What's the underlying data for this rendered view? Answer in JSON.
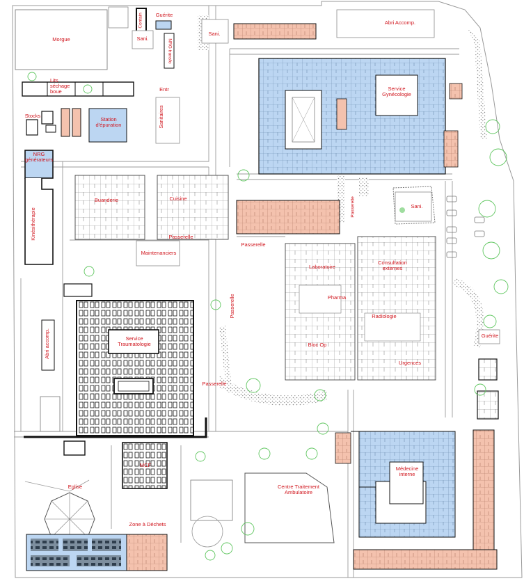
{
  "colors": {
    "label": "#d0141c",
    "blue_zone": "#bcd6f2",
    "pink_zone": "#f4c2ae",
    "wall": "#111111",
    "road": "#8a8a8a",
    "tree": "#5fc65f"
  },
  "labels": {
    "morgue": "Morgue",
    "conteneur": "Contain",
    "guerite_top": "Guérite",
    "sani_top": "Sani.",
    "nrg_transfo": "NRG transfo",
    "sani_upper_mid": "Sani.",
    "abri_accomp_top": "Abri Accomp.",
    "lits_sechage": "Lits séchage boue",
    "entr": "Entr",
    "stocks": "Stocks",
    "station_epuration": "Station d'épuration",
    "sanitaires": "Sanitaires",
    "service_gyneco": "Service Gynécologie",
    "nrg_generateurs": "NRG générateurs",
    "kinesitherapie": "Kinésithérapie",
    "buanderie": "Buanderie",
    "cuisine": "Cuisine",
    "passerelle_1": "Passerelle",
    "passerelle_2": "Passerelle",
    "passerelle_3": "Passerelle",
    "passerelle_vertical": "Passerelle",
    "passerelle_small": "Passerelle",
    "sani_right": "Sani.",
    "maintenanciers": "Maintenanciers",
    "laboratoire": "Laboratoire",
    "consultation_externes": "Consultation externes",
    "pharma": "Pharma",
    "radiologie": "Radiologie",
    "bloc_op": "Bloc Op",
    "urgences": "Urgences",
    "guerite_right": "Guérite",
    "abri_accomp_left": "Abri accomp.",
    "service_trauma": "Service Traumatologie",
    "mcf": "MCF",
    "eglise": "Eglise",
    "centre_traitement": "Centre Traitement Ambulatoire",
    "medecine_interne": "Médecine interne",
    "zone_dechets": "Zone à Déchets"
  }
}
